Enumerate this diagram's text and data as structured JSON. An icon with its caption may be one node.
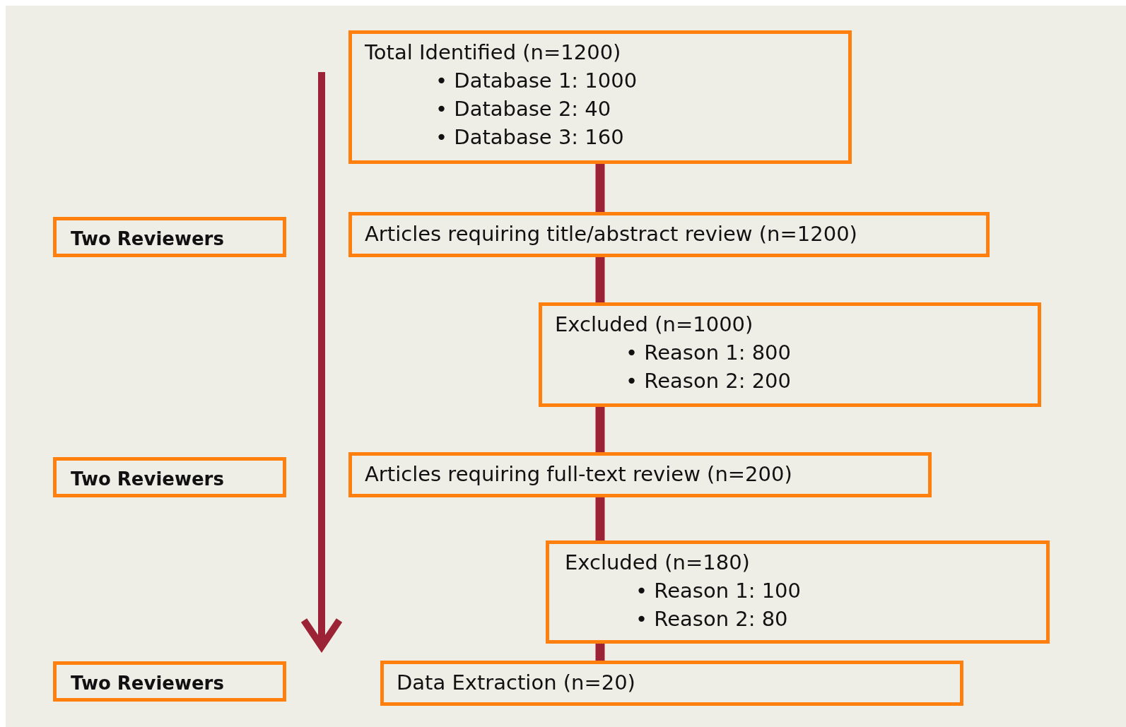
{
  "diagram": {
    "nodes": [
      {
        "text": [
          "Total Identified (n=1200)",
          "• Database 1: 1000",
          "• Database 2: 40",
          "• Database 3: 160"
        ]
      },
      {
        "text": [
          "Articles requiring title/abstract review (n=1200)"
        ]
      },
      {
        "text": [
          "Excluded (n=1000)",
          "• Reason 1: 800",
          "• Reason 2: 200"
        ]
      },
      {
        "text": [
          "Articles requiring full-text review (n=200)"
        ]
      },
      {
        "text": [
          "Excluded (n=180)",
          "• Reason 1: 100",
          "• Reason 2: 80"
        ]
      },
      {
        "text": [
          "Data Extraction (n=20)"
        ]
      },
      {
        "text": [
          "Two Reviewers"
        ]
      },
      {
        "text": [
          "Two Reviewers"
        ]
      },
      {
        "text": [
          "Two Reviewers"
        ]
      }
    ],
    "edges": [
      {
        "from": 0,
        "to": 1,
        "arrow": "none"
      },
      {
        "from": 1,
        "to": 2,
        "arrow": "none"
      },
      {
        "from": 2,
        "to": 3,
        "arrow": "none"
      },
      {
        "from": 3,
        "to": 4,
        "arrow": "none"
      },
      {
        "from": 4,
        "to": 5,
        "arrow": "none"
      }
    ]
  }
}
